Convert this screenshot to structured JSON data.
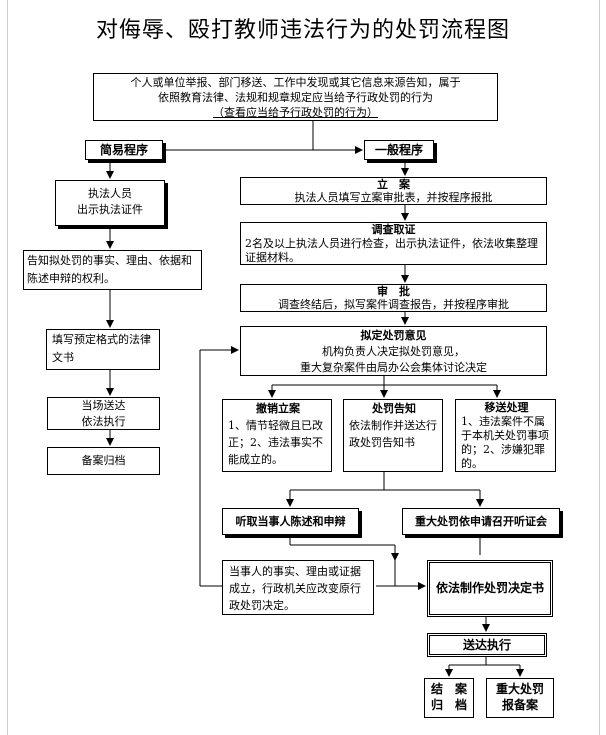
{
  "title": "对侮辱、殴打教师违法行为的处罚流程图",
  "source_box": {
    "line1": "个人或单位举报、部门移送、工作中发现或其它信息来源告知，属于",
    "line2": "依照教育法律、法规和规章规定应当给予行政处罚的行为",
    "link": "（查看应当给予行政处罚的行为）"
  },
  "simple": {
    "header": "简易程序",
    "show_id_1": "执法人员",
    "show_id_2": "出示执法证件",
    "notify": "告知拟处罚的事实、理由、依据和陈述申辩的权利。",
    "fill_doc": "填写预定格式的法律文书",
    "deliver_1": "当场送达",
    "deliver_2": "依法执行",
    "archive": "备案归档"
  },
  "general": {
    "header": "一般程序",
    "filing_title": "立　案",
    "filing_text": "执法人员填写立案审批表，并按程序报批",
    "investigate_title": "调查取证",
    "investigate_text": "2名及以上执法人员进行检查，出示执法证件，依法收集整理证据材料。",
    "review_title": "审　批",
    "review_text": "调查终结后，拟写案件调查报告，并按程序审批",
    "opinion_title": "拟定处罚意见",
    "opinion_line1": "机构负责人决定拟处罚意见，",
    "opinion_line2": "重大复杂案件由局办公会集体讨论决定",
    "revoke_title": "撤销立案",
    "revoke_text": "1、情节轻微且已改正；2、违法事实不能成立的。",
    "notice_title": "处罚告知",
    "notice_text": "依法制作并送达行政处罚告知书",
    "transfer_title": "移送处理",
    "transfer_text": "1、违法案件不属于本机关处罚事项的；2、涉嫌犯罪的。",
    "hear": "听取当事人陈述和申辩",
    "hearing": "重大处罚依申请召开听证会",
    "change": "当事人的事实、理由或证据成立，行政机关应改变原行政处罚决定。",
    "decision": "依法制作处罚决定书",
    "serve": "送达执行",
    "close_1": "结　案",
    "close_2": "归　档",
    "record_1": "重大处罚",
    "record_2": "报备案"
  }
}
